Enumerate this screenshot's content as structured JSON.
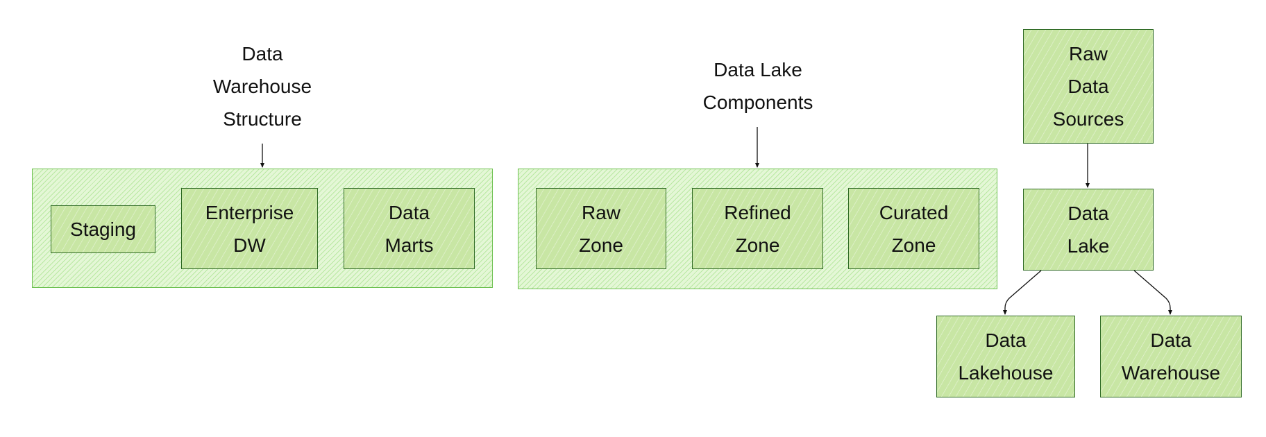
{
  "diagram": {
    "warehouse": {
      "title": "Data\nWarehouse\nStructure",
      "staging": "Staging",
      "enterprise_dw": "Enterprise\nDW",
      "data_marts": "Data\nMarts"
    },
    "lake": {
      "title": "Data Lake\nComponents",
      "raw_zone": "Raw\nZone",
      "refined_zone": "Refined\nZone",
      "curated_zone": "Curated\nZone"
    },
    "flow": {
      "raw_sources": "Raw\nData\nSources",
      "data_lake": "Data\nLake",
      "data_lakehouse": "Data\nLakehouse",
      "data_warehouse": "Data\nWarehouse"
    }
  },
  "colors": {
    "node_fill": "#c8e6a4",
    "node_border": "#2f6a25",
    "container_fill": "#e4f7d6",
    "container_border": "#6cc04f"
  }
}
